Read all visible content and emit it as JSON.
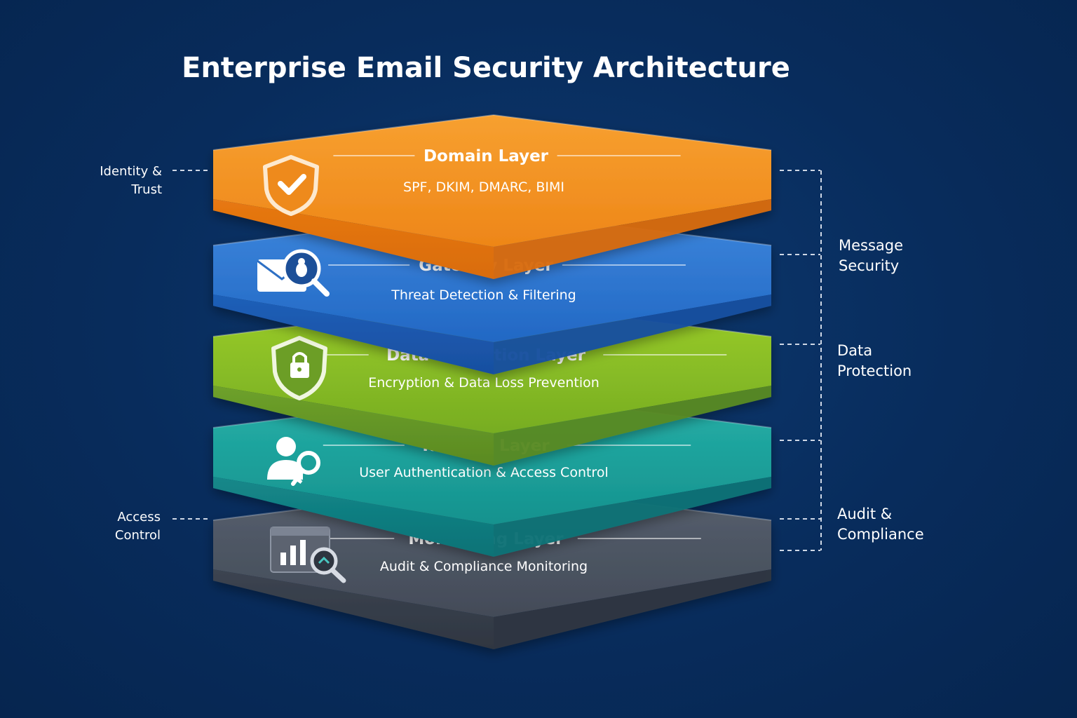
{
  "title": "Enterprise Email Security Architecture",
  "layers": [
    {
      "title": "Domain Layer",
      "subtitle": "SPF, DKIM, DMARC, BIMI",
      "icon": "shield-check-icon",
      "colors": {
        "top": "#f7a030",
        "top_dark": "#ee8618",
        "front": "#e77812",
        "front_dark": "#d96c0c"
      }
    },
    {
      "title": "Gateway Layer",
      "subtitle": "Threat Detection & Filtering",
      "icon": "mail-bug-search-icon",
      "colors": {
        "top": "#3d86dc",
        "top_dark": "#2268c4",
        "front": "#1f5fb8",
        "front_dark": "#184fa0"
      }
    },
    {
      "title": "Data Protection Layer",
      "subtitle": "Encryption & Data Loss Prevention",
      "icon": "shield-lock-icon",
      "colors": {
        "top": "#9bcd2a",
        "top_dark": "#77ad22",
        "front": "#6ea12a",
        "front_dark": "#5a8a22"
      }
    },
    {
      "title": "Identity Layer",
      "subtitle": "User Authentication & Access Control",
      "icon": "user-key-icon",
      "colors": {
        "top": "#25b0a8",
        "top_dark": "#15928e",
        "front": "#13888a",
        "front_dark": "#0e7276"
      }
    },
    {
      "title": "Monitoring Layer",
      "subtitle": "Audit & Compliance Monitoring",
      "icon": "chart-search-icon",
      "colors": {
        "top": "#57606e",
        "top_dark": "#434b58",
        "front": "#3c4451",
        "front_dark": "#2f3641"
      }
    }
  ],
  "left_labels": [
    {
      "lines": [
        "Identity &",
        "Trust"
      ]
    },
    {
      "lines": [
        "Access",
        "Control"
      ]
    }
  ],
  "right_labels": [
    {
      "lines": [
        "Message",
        "Security"
      ]
    },
    {
      "lines": [
        "Data",
        "Protection"
      ]
    },
    {
      "lines": [
        "Audit &",
        "Compliance"
      ]
    }
  ],
  "colors": {
    "background": "#082c5c",
    "text": "#ffffff",
    "connector": "#cfd8e6"
  }
}
